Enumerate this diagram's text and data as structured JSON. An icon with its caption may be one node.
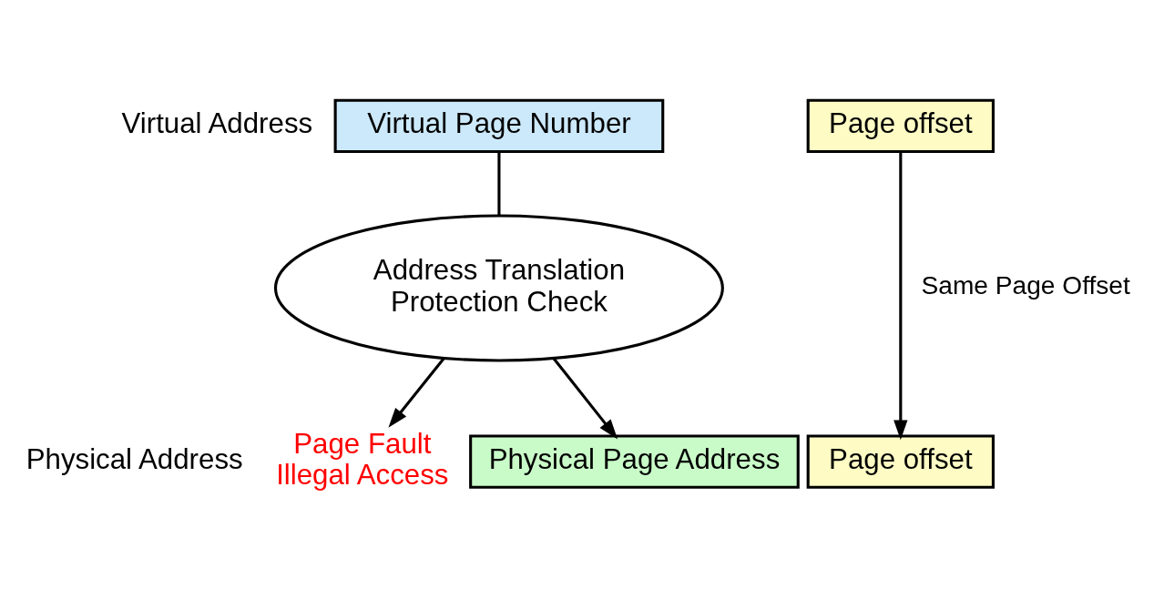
{
  "diagram": {
    "nodes": [
      {
        "text": [
          "Virtual Page Number"
        ]
      },
      {
        "text": [
          "Page offset"
        ]
      },
      {
        "text": [
          "Address Translation",
          "Protection Check"
        ]
      },
      {
        "text": [
          "Page Fault",
          "Illegal Access"
        ]
      },
      {
        "text": [
          "Physical Page Address"
        ]
      },
      {
        "text": [
          "Page offset"
        ]
      }
    ],
    "edges": [
      {
        "from": 0,
        "to": 2,
        "arrow": "none"
      },
      {
        "from": 2,
        "to": 4,
        "arrow": "to"
      },
      {
        "from": 2,
        "to": 3,
        "arrow": "to"
      },
      {
        "from": 1,
        "to": 5,
        "arrow": "to",
        "label": "Same Page Offset"
      }
    ],
    "labels": [
      "Virtual Address",
      "Physical Address"
    ]
  }
}
